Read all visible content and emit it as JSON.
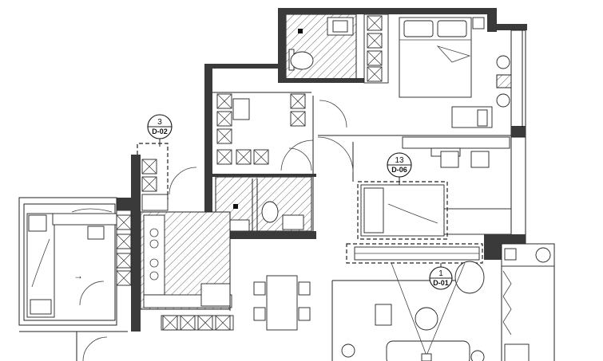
{
  "drawing": {
    "callouts": [
      {
        "id": "callout-3",
        "number": "3",
        "sheet": "D-02"
      },
      {
        "id": "callout-13",
        "number": "13",
        "sheet": "D-06"
      },
      {
        "id": "callout-1",
        "number": "1",
        "sheet": "D-01"
      }
    ]
  },
  "colors": {
    "wall": "#3a3a3a",
    "line": "#222222",
    "background": "#ffffff"
  }
}
